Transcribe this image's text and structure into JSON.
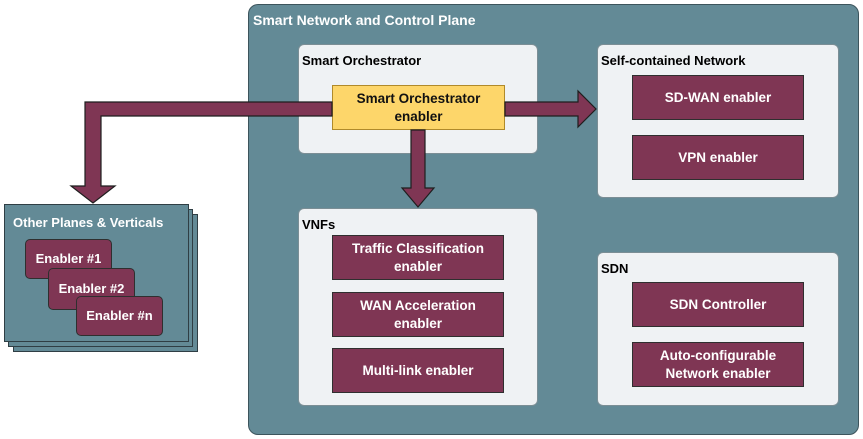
{
  "smart_plane": {
    "title": "Smart Network and Control Plane",
    "orchestrator": {
      "title": "Smart Orchestrator",
      "enabler": [
        "Smart Orchestrator",
        "enabler"
      ]
    },
    "self_contained": {
      "title": "Self-contained Network",
      "enablers": [
        "SD-WAN enabler",
        "VPN enabler"
      ]
    },
    "vnfs": {
      "title": "VNFs",
      "enablers": [
        [
          "Traffic Classification",
          "enabler"
        ],
        [
          "WAN Acceleration",
          "enabler"
        ],
        [
          "Multi-link enabler"
        ]
      ]
    },
    "sdn": {
      "title": "SDN",
      "enablers": [
        [
          "SDN Controller"
        ],
        [
          "Auto-configurable",
          "Network enabler"
        ]
      ]
    }
  },
  "other_planes": {
    "title": "Other Planes & Verticals",
    "enablers": [
      "Enabler #1",
      "Enabler #2",
      "Enabler #n"
    ]
  },
  "colors": {
    "plane": "#638a96",
    "panel": "#eff2f4",
    "enabler": "#7f3654",
    "orchestrator_enabler": "#fdd66a",
    "arrow": "#7f3654"
  }
}
